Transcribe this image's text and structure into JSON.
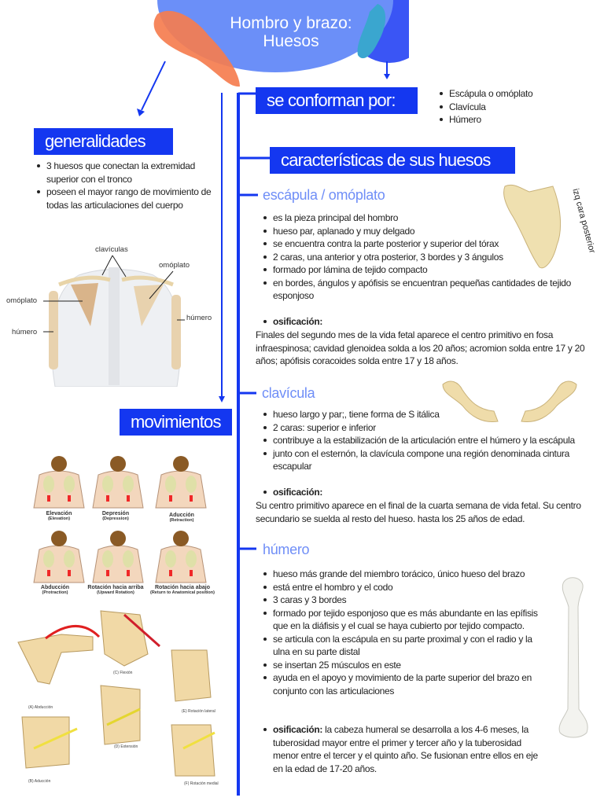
{
  "title": {
    "line1": "Hombro y brazo:",
    "line2": "Huesos"
  },
  "colors": {
    "accent": "#1437f0",
    "subheading": "#6f8ef7",
    "blob_main": "#6b8ff8",
    "blob_orange": "#f57d4f",
    "blob_teal": "#3aa6cf"
  },
  "generalidades": {
    "heading": "generalidades",
    "items": [
      "3 huesos que conectan la extremidad superior con el tronco",
      "poseen el mayor rango de movimiento de todas las articulaciones del cuerpo"
    ]
  },
  "skeleton_labels": {
    "clavicles": "clavículas",
    "scapula_right": "omóplato",
    "scapula_left": "omóplato",
    "humerus_right": "húmero",
    "humerus_left": "húmero"
  },
  "movimientos": {
    "heading": "movimientos",
    "items": [
      {
        "label": "Elevación",
        "en": "(Elevation)"
      },
      {
        "label": "Depresión",
        "en": "(Depression)"
      },
      {
        "label": "Aducción",
        "en": "(Retraction)"
      },
      {
        "label": "Abducción",
        "en": "(Protraction)"
      },
      {
        "label": "Rotación hacia arriba",
        "en": "(Upward Rotation)"
      },
      {
        "label": "Rotación hacia abajo",
        "en": "(Return to Anatomical position)"
      }
    ],
    "figure_labels": [
      "(A) Abducción",
      "(B) Aducción",
      "(C) Flexión",
      "(D) Extensión",
      "(E) Rotación lateral",
      "(F) Rotación medial"
    ]
  },
  "conforman": {
    "heading": "se conforman por:",
    "items": [
      "Escápula o omóplato",
      "Clavícula",
      "Húmero"
    ]
  },
  "caracteristicas": {
    "heading": "características de sus huesos"
  },
  "escapula": {
    "heading": "escápula / omóplato",
    "image_caption": "izq cara posterior",
    "items": [
      "es la pieza principal del hombro",
      "hueso par, aplanado y muy delgado",
      "se encuentra contra la parte posterior y superior del tórax",
      "2 caras, una anterior y otra posterior, 3 bordes y 3 ángulos",
      "formado por lámina de tejido compacto",
      "en bordes, ángulos y apófisis se encuentran pequeñas cantidades de tejido esponjoso"
    ],
    "osif_label": "osificación:",
    "osif_text": "Finales del segundo mes de la vida fetal aparece el centro primitivo en fosa infraespinosa; cavidad glenoidea solda a los 20 años; acromion solda entre 17 y 20 años; apófisis coracoides solda entre 17 y 18 años."
  },
  "clavicula": {
    "heading": "clavícula",
    "items": [
      "hueso largo y par;, tiene forma de S itálica",
      "2 caras: superior e inferior",
      "contribuye a la estabilización de la articulación entre el húmero y la escápula",
      "junto con el esternón, la clavícula compone una región denominada cintura escapular"
    ],
    "osif_label": "osificación:",
    "osif_text": "Su centro primitivo aparece en el final de la cuarta semana de vida fetal. Su centro secundario se suelda al resto del hueso. hasta los 25 años de edad."
  },
  "humero": {
    "heading": "húmero",
    "items": [
      "hueso más grande del miembro torácico, único hueso del brazo",
      "está entre el hombro y el codo",
      "3 caras y 3 bordes",
      " formado por tejido esponjoso que es más abundante en las epífisis que en la diáfisis y el cual se haya cubierto por tejido compacto.",
      "se articula con la escápula en su parte proximal y con el radio y la ulna en su parte distal",
      "se insertan 25 músculos en este",
      "ayuda en el apoyo y movimiento de la parte superior del brazo en conjunto con las articulaciones"
    ],
    "osif_label": "osificación:",
    "osif_text": " la cabeza humeral se desarrolla a los 4-6 meses, la tuberosidad mayor entre el primer y tercer año y la tuberosidad menor entre el tercer y el quinto año. Se fusionan entre ellos en eje en la edad de 17-20 años."
  }
}
